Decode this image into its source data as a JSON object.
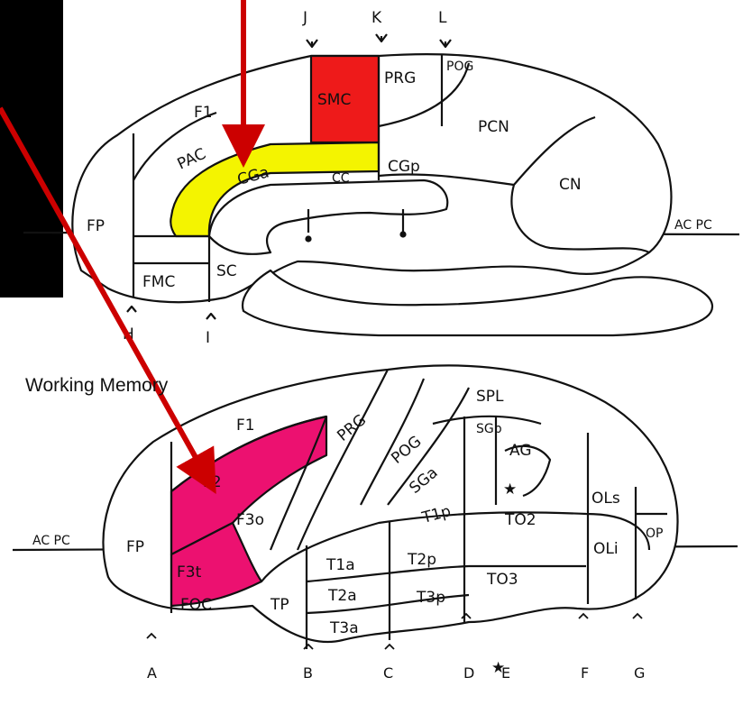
{
  "caption": "Working Memory",
  "top_figure": {
    "top_markers": [
      "J",
      "K",
      "L"
    ],
    "bottom_markers": [
      "H",
      "I"
    ],
    "reference_line_label": "AC PC",
    "regions": {
      "smc": "SMC",
      "prg": "PRG",
      "pog": "POG",
      "f1": "F1",
      "pac": "PAC",
      "cga": "CGa",
      "cc": "CC",
      "cgp": "CGp",
      "pcn": "PCN",
      "cn": "CN",
      "fp": "FP",
      "fmc": "FMC",
      "sc": "SC"
    },
    "highlight_colors": {
      "smc": "#ee1a1a",
      "cga": "#f4f400"
    }
  },
  "bottom_figure": {
    "reference_line_label": "AC PC",
    "regions": {
      "spl": "SPL",
      "f1": "F1",
      "prg": "PRG",
      "pog": "POG",
      "sgp": "SGp",
      "ag": "AG",
      "sga": "SGa",
      "f2": "F2",
      "f3o": "F3o",
      "t1p": "T1p",
      "to2": "TO2",
      "ols": "OLs",
      "op": "OP",
      "fp": "FP",
      "t1a": "T1a",
      "t2p": "T2p",
      "oli": "OLi",
      "f3t": "F3t",
      "t2a": "T2a",
      "to3": "TO3",
      "foc": "FOC",
      "tp": "TP",
      "t3p": "T3p",
      "t3a": "T3a"
    },
    "star": "★",
    "axis_labels": [
      "A",
      "B",
      "C",
      "D",
      "E",
      "F",
      "G"
    ],
    "highlight_colors": {
      "f2": "#ec1170",
      "f3t": "#ec1170"
    }
  },
  "arrow_color": "#cc0000"
}
